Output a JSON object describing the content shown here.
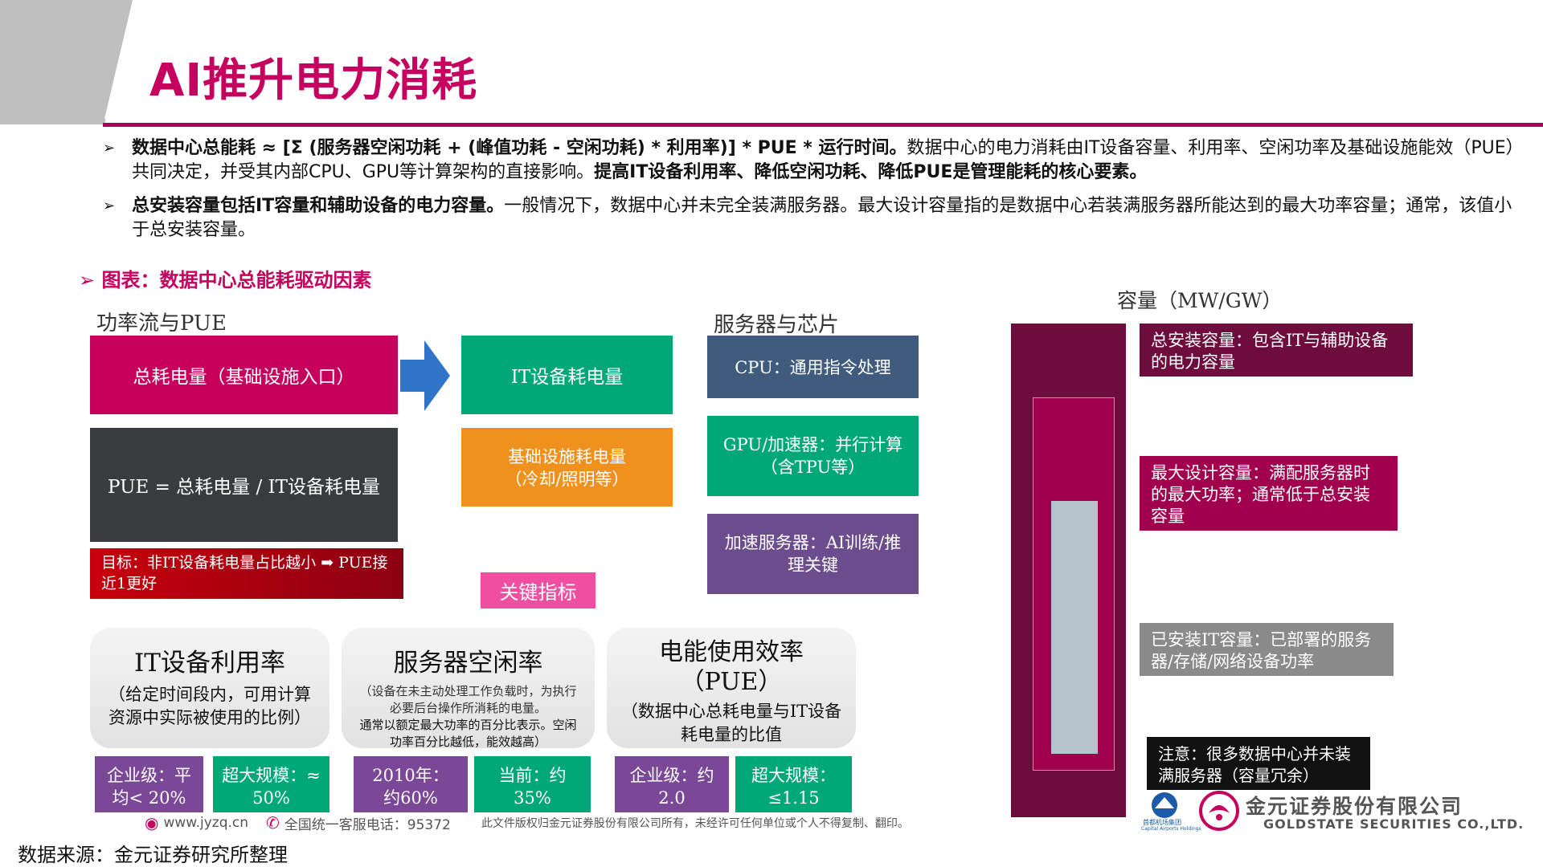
{
  "header": {
    "title": "AI推升电力消耗"
  },
  "bullets": [
    {
      "bold": "数据中心总能耗 ≈ [Σ (服务器空闲功耗 + (峰值功耗 - 空闲功耗) * 利用率)] * PUE * 运行时间。",
      "normal": "数据中心的电力消耗由IT设备容量、利用率、空闲功率及基础设施能效（PUE）共同决定，并受其内部CPU、GPU等计算架构的直接影响。",
      "bold2": "提高IT设备利用率、降低空闲功耗、降低PUE是管理能耗的核心要素。"
    },
    {
      "bold": "总安装容量包括IT容量和辅助设备的电力容量。",
      "normal": "一般情况下，数据中心并未完全装满服务器。最大设计容量指的是数据中心若装满服务器所能达到的最大功率容量；通常，该值小于总安装容量。",
      "bold2": ""
    }
  ],
  "figure": {
    "title": "图表：数据中心总能耗驱动因素",
    "power_section": "功率流与PUE",
    "total_power": "总耗电量（基础设施入口）",
    "pue_formula": "PUE = 总耗电量 / IT设备耗电量",
    "goal": "目标：非IT设备耗电量占比越小 ➡ PUE接近1更好",
    "it_power": "IT设备耗电量",
    "infra_power_1": "基础设施耗电量",
    "infra_power_2": "（冷却/照明等）",
    "server_section": "服务器与芯片",
    "cpu": "CPU：通用指令处理",
    "gpu_1": "GPU/加速器：并行计算",
    "gpu_2": "（含TPU等）",
    "accel_1": "加速服务器：AI训练/推",
    "accel_2": "理关键",
    "key_metrics": "关键指标",
    "kpis": [
      {
        "title": "IT设备利用率",
        "desc": "（给定时间段内，可用计算资源中实际被使用的比例）",
        "tags": [
          "企业级：平均< 20%",
          "超大规模：≈ 50%"
        ]
      },
      {
        "title": "服务器空闲率",
        "desc1": "（设备在未主动处理工作负载时，为执行必要后台操作所消耗的电量。",
        "desc2": "通常以额定最大功率的百分比表示。空闲功率百分比越低，能效越高）",
        "tags": [
          "2010年：约60%",
          "当前：约35%"
        ]
      },
      {
        "title": "电能使用效率",
        "title2": "（PUE）",
        "desc": "（数据中心总耗电量与IT设备耗电量的比值",
        "tags": [
          "企业级：约2.0",
          "超大规模：≤1.15"
        ]
      }
    ],
    "capacity_title": "容量（MW/GW）",
    "cap_total": "总安装容量：包含IT与辅助设备的电力容量",
    "cap_max": "最大设计容量：满配服务器时的最大功率；通常低于总安装容量",
    "cap_it": "已安装IT容量：已部署的服务器/存储/网络设备功率",
    "cap_note": "注意：很多数据中心并未装满服务器（容量冗余）"
  },
  "footer": {
    "website": "www.jyzq.cn",
    "hotline": "全国统一客服电话：95372",
    "copyright": "此文件版权归金元证券股份有限公司所有，未经许可任何单位或个人不得复制、翻印。",
    "company_cn": "金元证券股份有限公司",
    "company_en": "GOLDSTATE SECURITIES CO.,LTD.",
    "group_label": "首都机场集团",
    "group_en": "Capital Airports Holdings",
    "source": "数据来源：金元证券研究所整理"
  },
  "colors": {
    "brand": "#c5005e",
    "green": "#00a878",
    "orange": "#f0911e",
    "dark": "#3a3b3f",
    "slate": "#3f5b7e",
    "purple": "#6b4c8c",
    "maroon": "#7a0f44"
  }
}
